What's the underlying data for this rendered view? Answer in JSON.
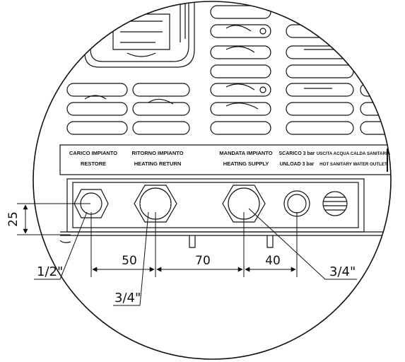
{
  "labels": {
    "carico_it": "CARICO IMPIANTO",
    "carico_en": "RESTORE",
    "ritorno_it": "RITORNO IMPIANTO",
    "ritorno_en": "HEATING RETURN",
    "mandata_it": "MANDATA IMPIANTO",
    "mandata_en": "HEATING SUPPLY",
    "scarico_it": "SCARICO 3 bar",
    "scarico_en": "UNLOAD 3 bar",
    "uscita_it": "USCITA ACQUA CALDA SANITARIA",
    "uscita_en": "HOT SANITARY WATER OUTLET"
  },
  "dimensions": {
    "height_25": "25",
    "spacing_50": "50",
    "spacing_70": "70",
    "spacing_40": "40"
  },
  "pipe_sizes": {
    "restore": "1/2\"",
    "heating_return": "3/4\"",
    "heating_supply": "3/4\""
  }
}
